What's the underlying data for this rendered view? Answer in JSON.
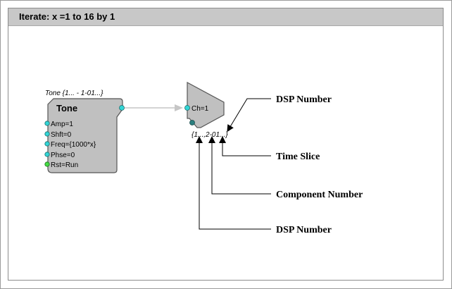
{
  "iterate": {
    "title": "Iterate:  x =1 to 16 by 1"
  },
  "tone_block": {
    "label": "Tone {1... - 1-01...}",
    "title": "Tone",
    "ports": [
      {
        "text": "Amp=1"
      },
      {
        "text": "Shft=0"
      },
      {
        "text": "Freq={1000*x}"
      },
      {
        "text": "Phse=0"
      },
      {
        "text": "Rst=Run"
      }
    ]
  },
  "dac_block": {
    "port_label": "Ch=1",
    "label": "{1...,2-01...}"
  },
  "annotations": {
    "dsp_number_top": "DSP Number",
    "time_slice": "Time Slice",
    "component_number": "Component Number",
    "dsp_number_bottom": "DSP Number"
  },
  "colors": {
    "header_bg": "#c8c8c8",
    "block_fill": "#c0c0c0",
    "port_cyan": "#33d6d6",
    "port_green": "#44dd44",
    "connector_dark": "#2b7f7f",
    "wire": "#c6c6c6"
  }
}
